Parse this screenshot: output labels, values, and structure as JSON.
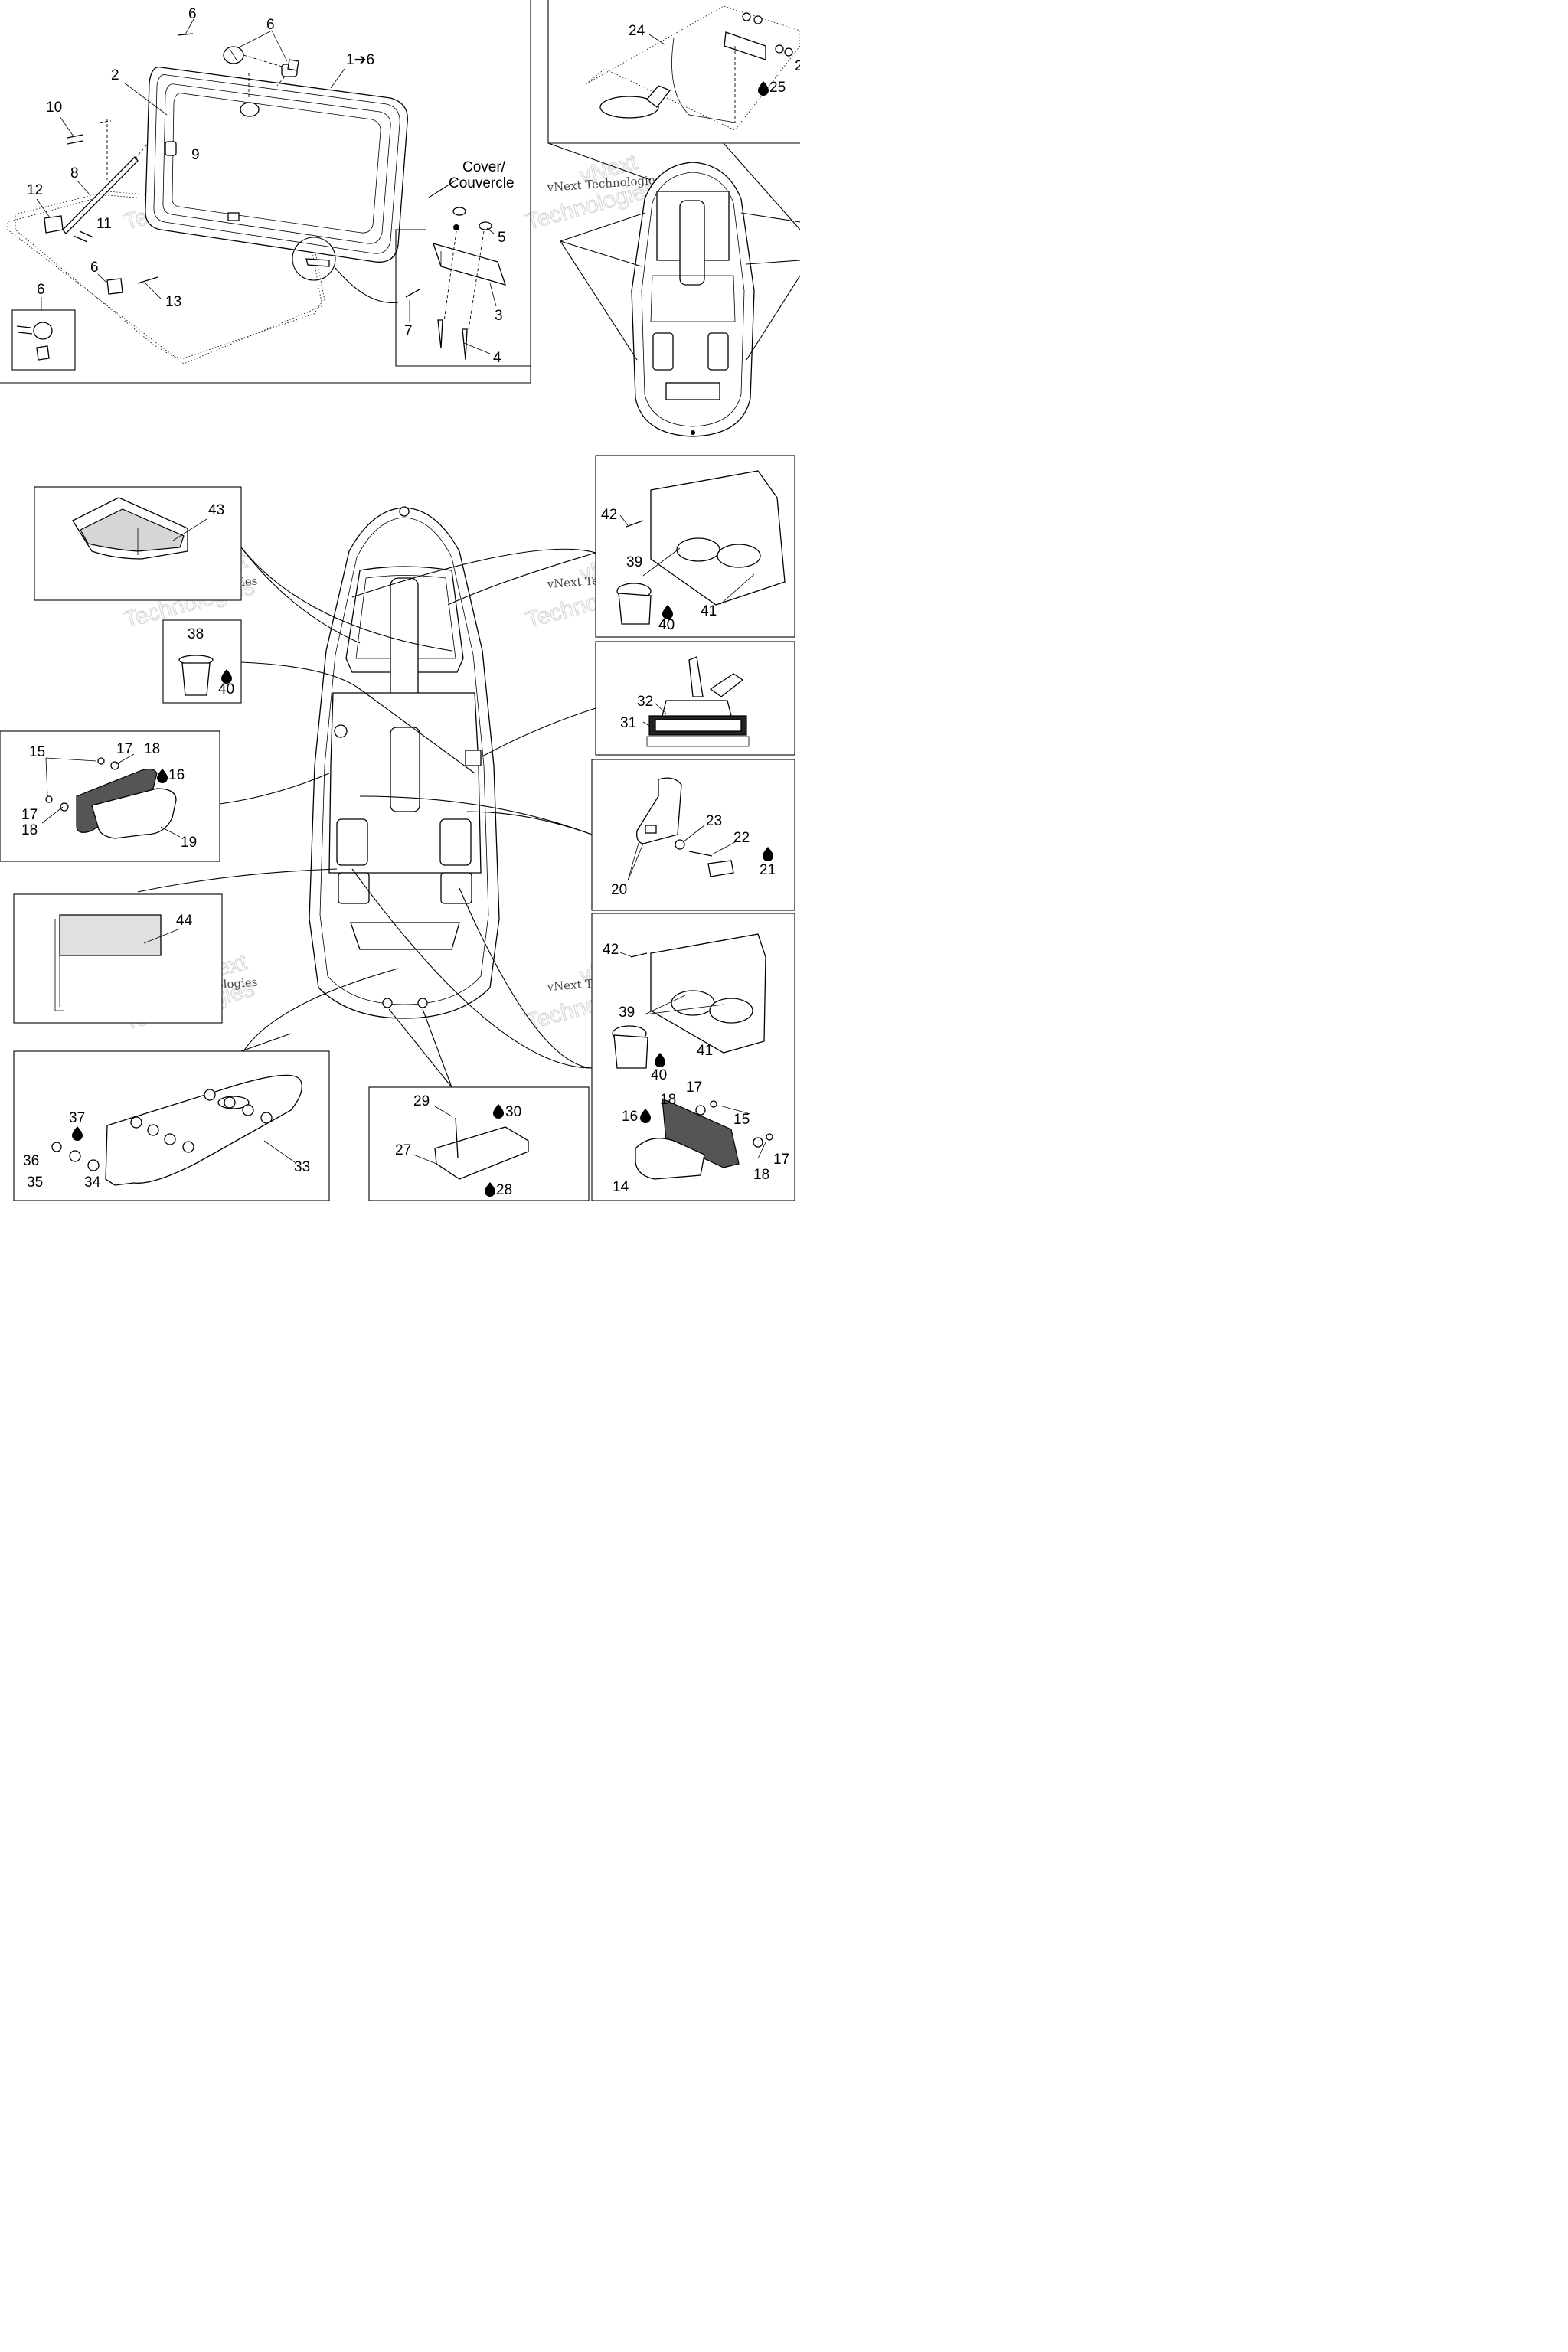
{
  "diagram": {
    "callouts": [
      {
        "id": "c6a",
        "text": "6"
      },
      {
        "id": "c6b",
        "text": "6"
      },
      {
        "id": "c1to6",
        "text": "1➔6"
      },
      {
        "id": "c2",
        "text": "2"
      },
      {
        "id": "c10",
        "text": "10"
      },
      {
        "id": "c9",
        "text": "9"
      },
      {
        "id": "c8",
        "text": "8"
      },
      {
        "id": "c12",
        "text": "12"
      },
      {
        "id": "c11",
        "text": "11"
      },
      {
        "id": "c6c",
        "text": "6"
      },
      {
        "id": "c13",
        "text": "13"
      },
      {
        "id": "c6d",
        "text": "6"
      },
      {
        "id": "c5",
        "text": "5"
      },
      {
        "id": "c3",
        "text": "3"
      },
      {
        "id": "c7",
        "text": "7"
      },
      {
        "id": "c4",
        "text": "4"
      },
      {
        "id": "c24",
        "text": "24"
      },
      {
        "id": "c26",
        "text": "2"
      },
      {
        "id": "c25",
        "text": "25"
      },
      {
        "id": "c43",
        "text": "43"
      },
      {
        "id": "c38",
        "text": "38"
      },
      {
        "id": "c40a",
        "text": "40"
      },
      {
        "id": "c15a",
        "text": "15"
      },
      {
        "id": "c17a",
        "text": "17"
      },
      {
        "id": "c18a",
        "text": "18"
      },
      {
        "id": "c16a",
        "text": "16"
      },
      {
        "id": "c17b",
        "text": "17"
      },
      {
        "id": "c18b",
        "text": "18"
      },
      {
        "id": "c19",
        "text": "19"
      },
      {
        "id": "c44",
        "text": "44"
      },
      {
        "id": "c37",
        "text": "37"
      },
      {
        "id": "c36",
        "text": "36"
      },
      {
        "id": "c35",
        "text": "35"
      },
      {
        "id": "c34",
        "text": "34"
      },
      {
        "id": "c33",
        "text": "33"
      },
      {
        "id": "c29",
        "text": "29"
      },
      {
        "id": "c30",
        "text": "30"
      },
      {
        "id": "c27",
        "text": "27"
      },
      {
        "id": "c28",
        "text": "28"
      },
      {
        "id": "c42a",
        "text": "42"
      },
      {
        "id": "c39a",
        "text": "39"
      },
      {
        "id": "c40b",
        "text": "40"
      },
      {
        "id": "c41a",
        "text": "41"
      },
      {
        "id": "c32",
        "text": "32"
      },
      {
        "id": "c31",
        "text": "31"
      },
      {
        "id": "c23",
        "text": "23"
      },
      {
        "id": "c22",
        "text": "22"
      },
      {
        "id": "c21",
        "text": "21"
      },
      {
        "id": "c20",
        "text": "20"
      },
      {
        "id": "c42b",
        "text": "42"
      },
      {
        "id": "c39b",
        "text": "39"
      },
      {
        "id": "c40c",
        "text": "40"
      },
      {
        "id": "c41b",
        "text": "41"
      },
      {
        "id": "c18c",
        "text": "18"
      },
      {
        "id": "c17c",
        "text": "17"
      },
      {
        "id": "c16b",
        "text": "16"
      },
      {
        "id": "c15b",
        "text": "15"
      },
      {
        "id": "c17d",
        "text": "17"
      },
      {
        "id": "c18d",
        "text": "18"
      },
      {
        "id": "c14",
        "text": "14"
      }
    ],
    "cover_label_en": "Cover/",
    "cover_label_fr": "Couvercle",
    "watermark_text": "vNext Technologies",
    "watermark_outline": "vNext",
    "watermark_outline2": "Technologies",
    "adhesive_icon": "drop-icon"
  }
}
